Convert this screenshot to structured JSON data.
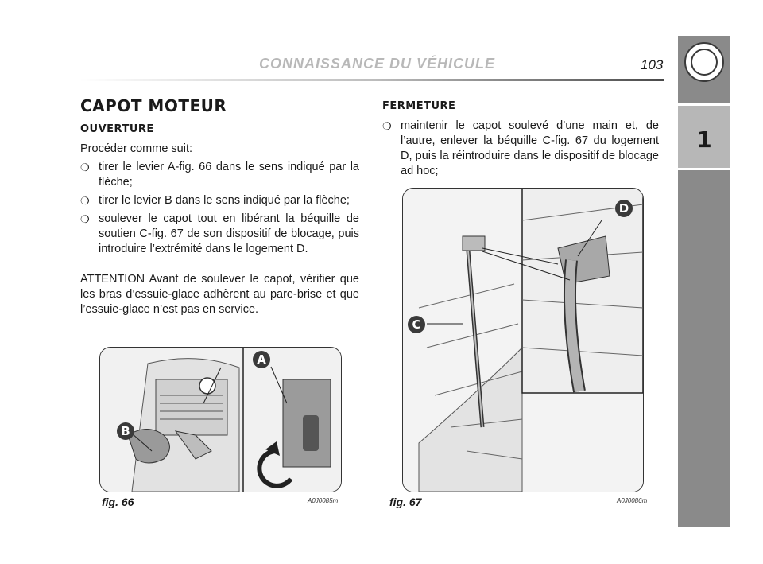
{
  "header": {
    "running_title": "CONNAISSANCE DU VÉHICULE",
    "page_number": "103"
  },
  "sidebar": {
    "chapter_number": "1",
    "logo_icon": "alfa-romeo-logo-icon"
  },
  "left": {
    "title": "CAPOT MOTEUR",
    "subtitle": "OUVERTURE",
    "intro": "Procéder comme suit:",
    "bullets": [
      "tirer le levier A-fig. 66 dans le sens indiqué par la flèche;",
      "tirer le levier B dans le sens indiqué par la flèche;",
      "soulever le capot tout en libérant la béquille de soutien C-fig. 67 de son dispositif de blocage, puis introduire l’extrémité dans le logement D."
    ],
    "warning": "ATTENTION Avant de soulever le capot, vérifier que les bras d’essuie-glace adhèrent au pare-brise et que l’essuie-glace n’est pas en service."
  },
  "right": {
    "subtitle": "FERMETURE",
    "bullets": [
      "maintenir le capot soulevé d’une main et, de l’autre, enlever la béquille C-fig. 67 du logement D, puis la réintroduire dans le dispositif de blocage ad hoc;"
    ]
  },
  "figures": {
    "fig66": {
      "caption": "fig. 66",
      "code": "A0J0085m",
      "callouts": [
        "A",
        "B"
      ]
    },
    "fig67": {
      "caption": "fig. 67",
      "code": "A0J0086m",
      "callouts": [
        "C",
        "D"
      ]
    }
  }
}
